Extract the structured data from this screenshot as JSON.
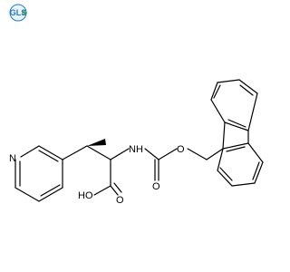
{
  "logo": {
    "text": "GLS",
    "color": "#2a7ab8",
    "accent": "#4caf50"
  },
  "molecule": {
    "atom_labels": {
      "pyridine_n": "N",
      "amide_nh": "NH",
      "ester_o": "O",
      "carbamate_o": "O",
      "acid_oh": "HO",
      "acid_o": "O"
    },
    "bond_color": "#000000"
  }
}
